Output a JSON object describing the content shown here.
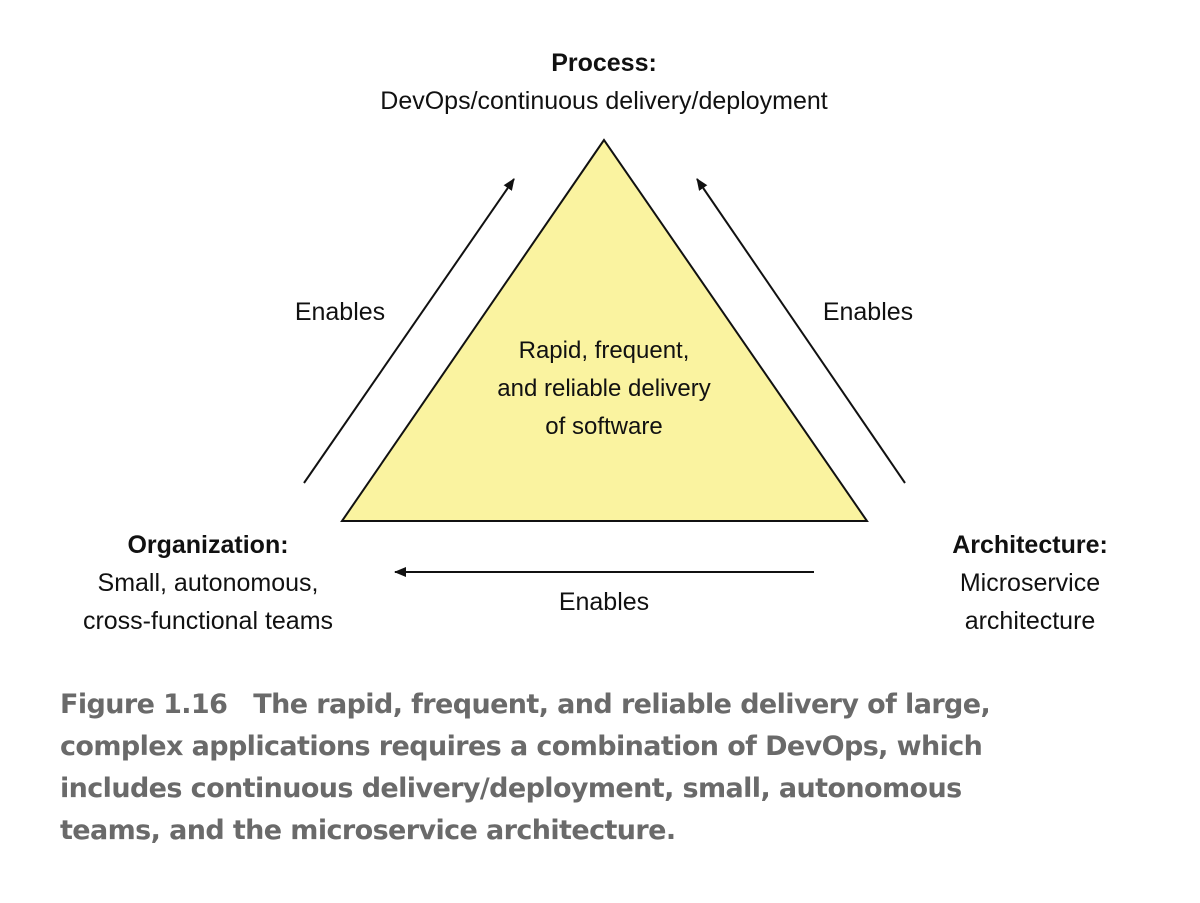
{
  "diagram": {
    "center_text": [
      "Rapid, frequent,",
      "and reliable delivery",
      "of software"
    ],
    "triangle_fill": "#FAF3A0",
    "nodes": {
      "process": {
        "title": "Process:",
        "lines": [
          "DevOps/continuous delivery/deployment"
        ]
      },
      "organization": {
        "title": "Organization:",
        "lines": [
          "Small, autonomous,",
          "cross-functional teams"
        ]
      },
      "architecture": {
        "title": "Architecture:",
        "lines": [
          "Microservice",
          "architecture"
        ]
      }
    },
    "edges": [
      {
        "from": "organization",
        "to": "process",
        "label": "Enables"
      },
      {
        "from": "architecture",
        "to": "process",
        "label": "Enables"
      },
      {
        "from": "architecture",
        "to": "organization",
        "label": "Enables"
      }
    ]
  },
  "caption": {
    "number": "Figure 1.16",
    "text": "The rapid, frequent, and reliable delivery of large, complex applications requires a combination of DevOps, which includes continuous delivery/deployment, small, autonomous teams, and the microservice architecture."
  }
}
